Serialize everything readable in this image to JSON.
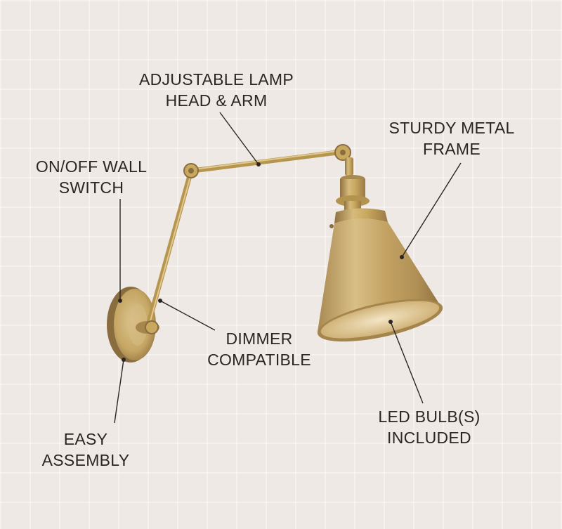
{
  "callouts": {
    "adjustable": {
      "line1": "ADJUSTABLE LAMP",
      "line2": "HEAD & ARM"
    },
    "sturdy": {
      "line1": "STURDY METAL",
      "line2": "FRAME"
    },
    "switch": {
      "line1": "ON/OFF WALL",
      "line2": "SWITCH"
    },
    "dimmer": {
      "line1": "DIMMER",
      "line2": "COMPATIBLE"
    },
    "led": {
      "line1": "LED BULB(S)",
      "line2": "INCLUDED"
    },
    "assembly": {
      "line1": "EASY",
      "line2": "ASSEMBLY"
    }
  },
  "colors": {
    "background": "#efe9e6",
    "brass": "#c9a860",
    "text": "#2a2624"
  }
}
